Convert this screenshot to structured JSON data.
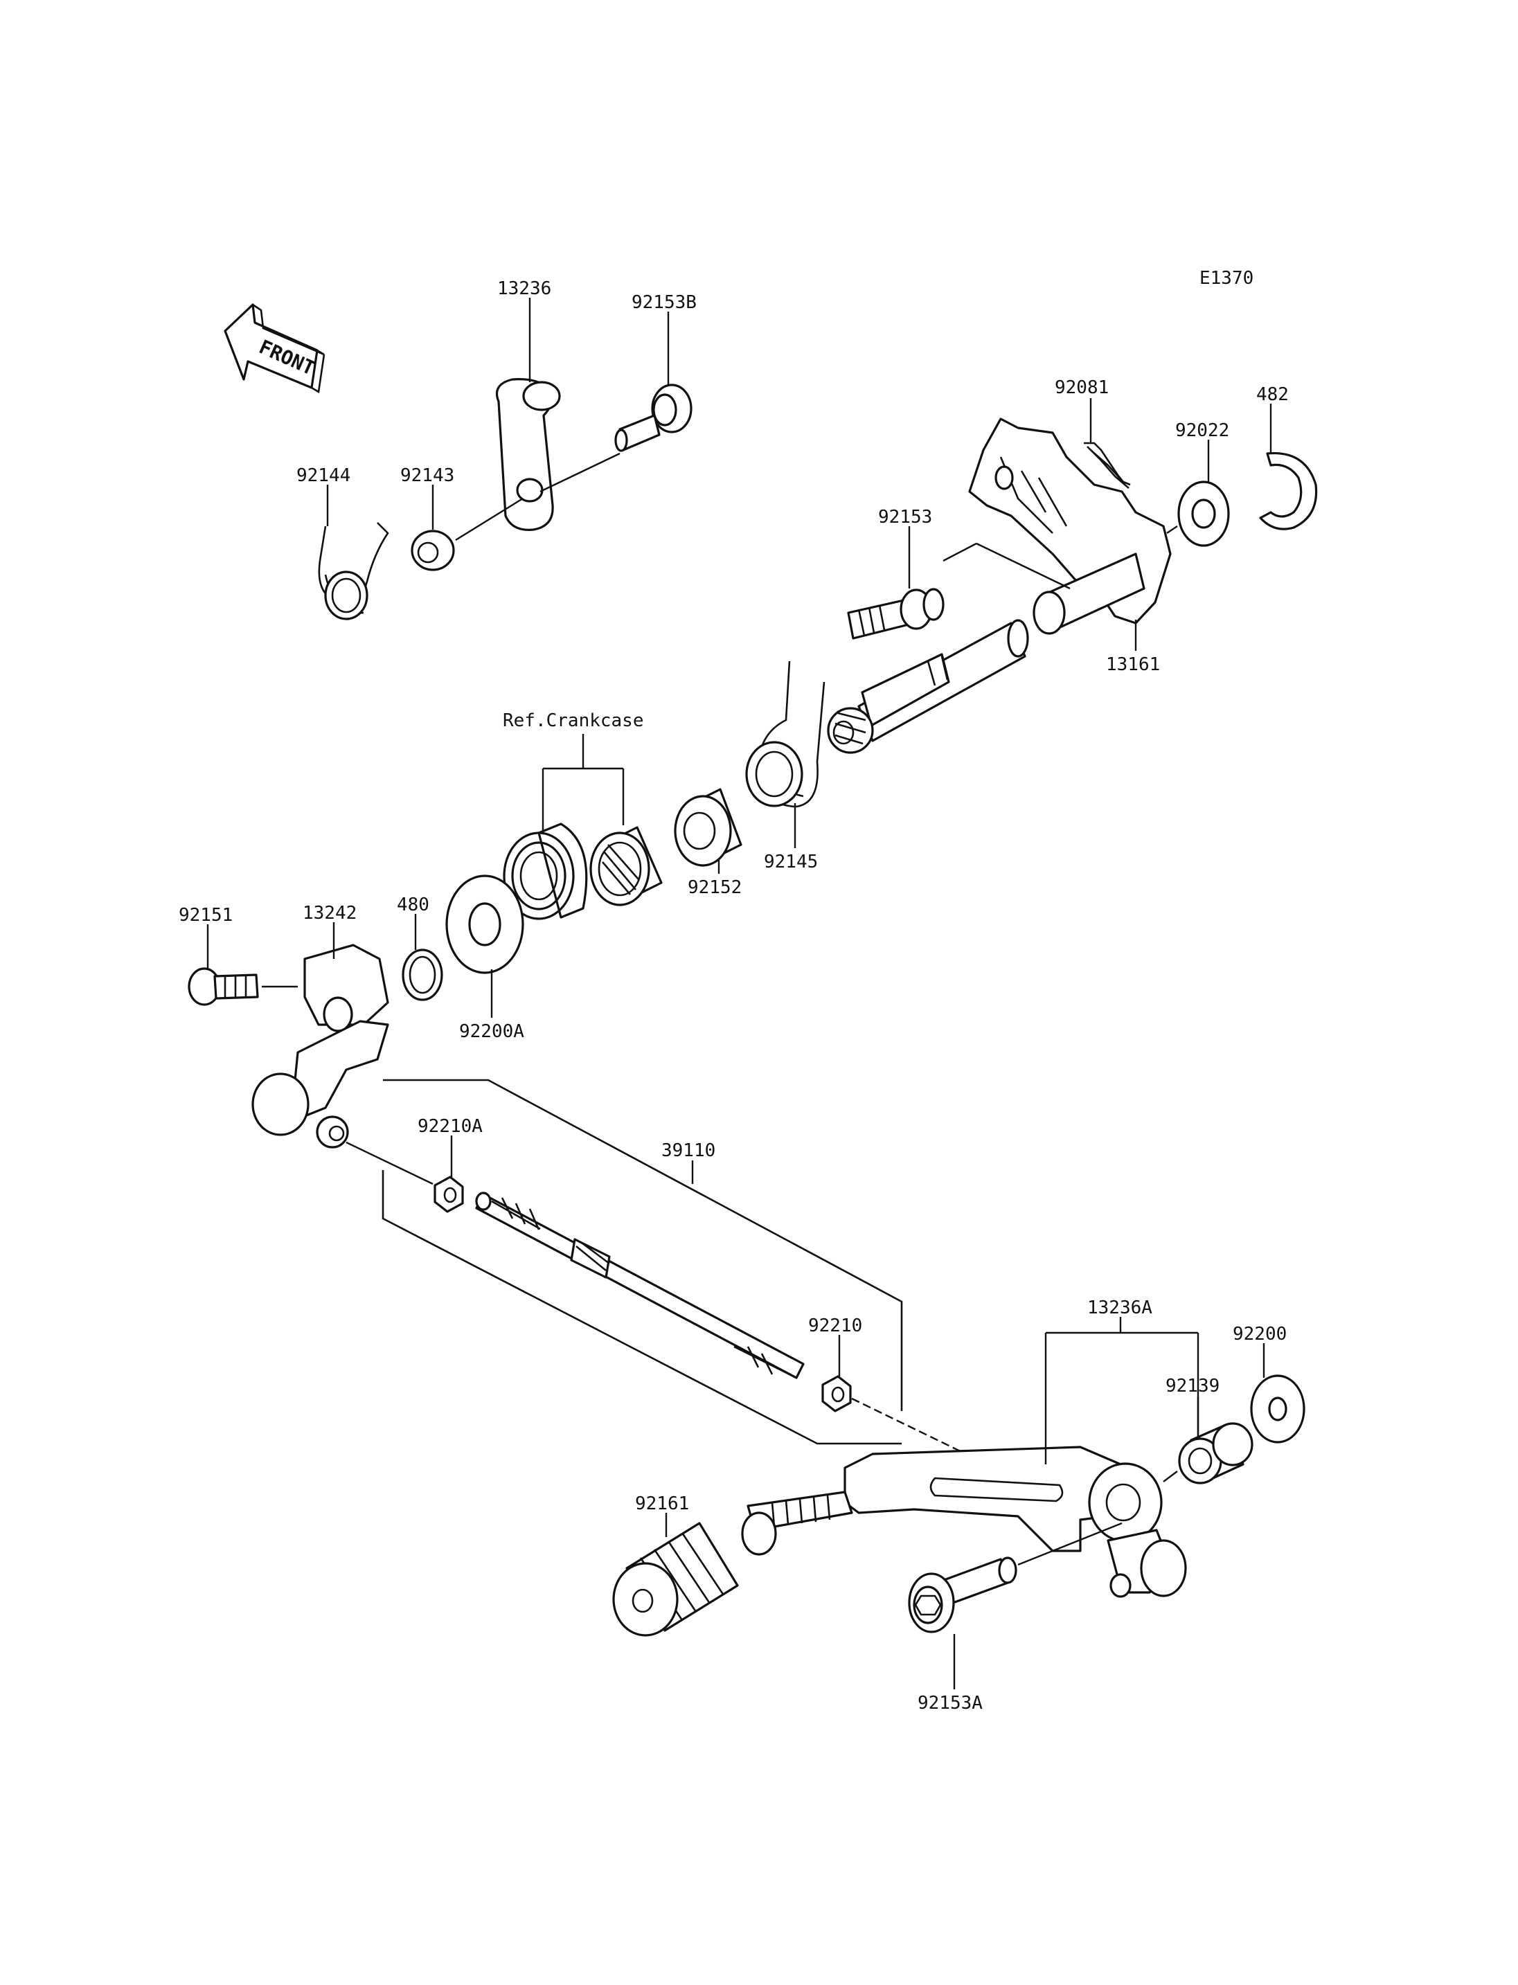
{
  "diagram_id": "E1370",
  "front_label": "FRONT",
  "reference_label": "Ref.Crankcase",
  "part_numbers": {
    "p13236": "13236",
    "p92153B": "92153B",
    "p92144": "92144",
    "p92143": "92143",
    "p92081": "92081",
    "p482": "482",
    "p92022": "92022",
    "p92153": "92153",
    "p13161": "13161",
    "p92145": "92145",
    "p92152": "92152",
    "p92151": "92151",
    "p13242": "13242",
    "p480": "480",
    "p92200A": "92200A",
    "p92210A": "92210A",
    "p39110": "39110",
    "p92210": "92210",
    "p13236A": "13236A",
    "p92200": "92200",
    "p92139": "92139",
    "p92161": "92161",
    "p92153A": "92153A"
  }
}
